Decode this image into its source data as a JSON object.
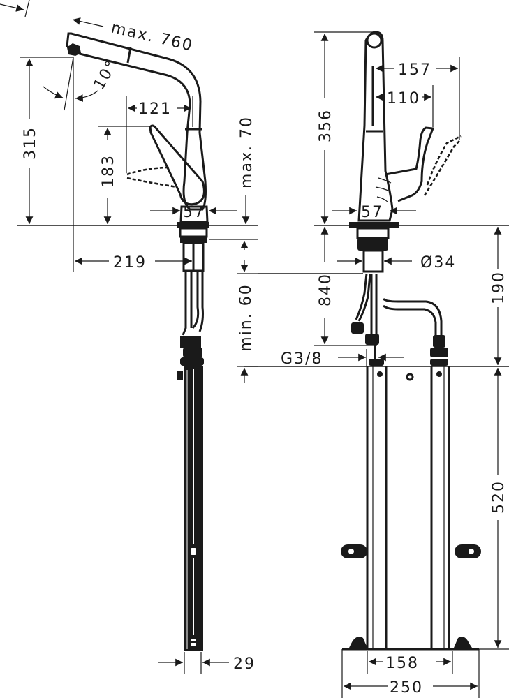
{
  "drawing": {
    "type": "technical dimension drawing",
    "views": {
      "side_view": {
        "dimensions": {
          "spout_reach": "max. 760",
          "spout_angle": "10°",
          "height_to_spout": "315",
          "lever_height": "183",
          "lever_offset": "121",
          "deck_thickness": "max. 70",
          "base_width": "57",
          "spout_projection": "219",
          "min_clearance": "min. 60",
          "bottom_width": "29"
        }
      },
      "front_view": {
        "dimensions": {
          "total_height": "356",
          "handle_reach": "157",
          "handle_offset": "110",
          "base_width": "57",
          "shank_diameter": "Ø34",
          "hose_length": "840",
          "connection_thread": "G3/8",
          "box_offset": "190",
          "box_height": "520",
          "inner_width": "158",
          "total_width": "250"
        }
      }
    },
    "colors": {
      "line": "#1a1a1a",
      "background": "#ffffff"
    }
  }
}
